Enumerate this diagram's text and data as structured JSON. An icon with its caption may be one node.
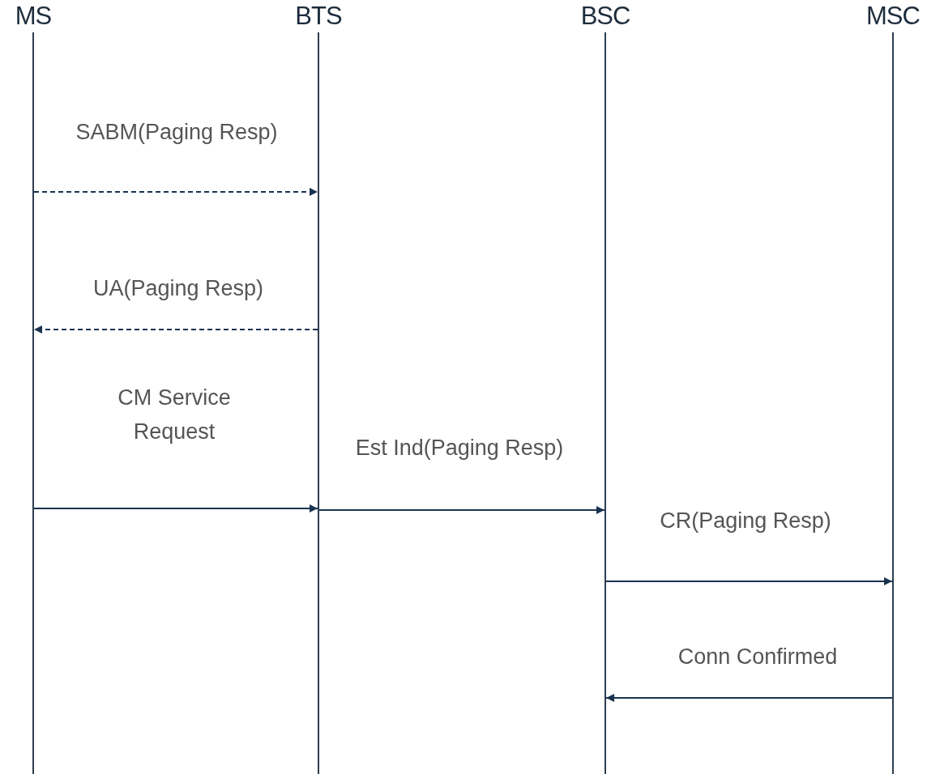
{
  "diagram": {
    "nodes": [
      {
        "text": [
          "MS"
        ]
      },
      {
        "text": [
          "BTS"
        ]
      },
      {
        "text": [
          "BSC"
        ]
      },
      {
        "text": [
          "MSC"
        ]
      }
    ],
    "edges": [
      {
        "from": 0,
        "to": 1,
        "arrow": "to",
        "label": "SABM(Paging Resp)",
        "style": "dashed"
      },
      {
        "from": 1,
        "to": 0,
        "arrow": "to",
        "label": "UA(Paging Resp)",
        "style": "dashed"
      },
      {
        "from": 0,
        "to": 1,
        "arrow": "to",
        "label": "CM Service Request"
      },
      {
        "from": 1,
        "to": 2,
        "arrow": "to",
        "label": "Est Ind(Paging Resp)"
      },
      {
        "from": 2,
        "to": 3,
        "arrow": "to",
        "label": "CR(Paging Resp)"
      },
      {
        "from": 3,
        "to": 2,
        "arrow": "to",
        "label": "Conn Confirmed"
      }
    ]
  }
}
